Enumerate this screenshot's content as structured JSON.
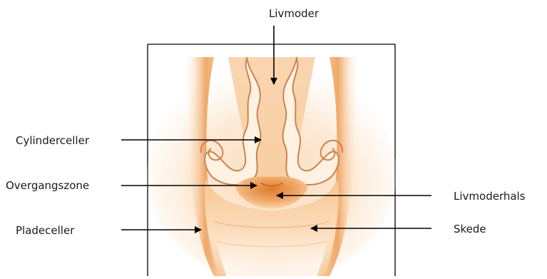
{
  "labels": {
    "uterus": "Livmoder",
    "columnar_cells": "Cylinderceller",
    "transformation_zone": "Overgangszone",
    "squamous_cells": "Pladeceller",
    "cervix": "Livmoderhals",
    "vagina": "Skede"
  },
  "colors": {
    "text": "#1a1a1a",
    "arrow": "#000000",
    "frame": "#000000",
    "tissue_light": "#fbe1c4",
    "tissue_mid": "#f3b176",
    "tissue_dark": "#e48a3c",
    "lining": "#fff4e6",
    "lining_edge": "#c77a4a"
  }
}
